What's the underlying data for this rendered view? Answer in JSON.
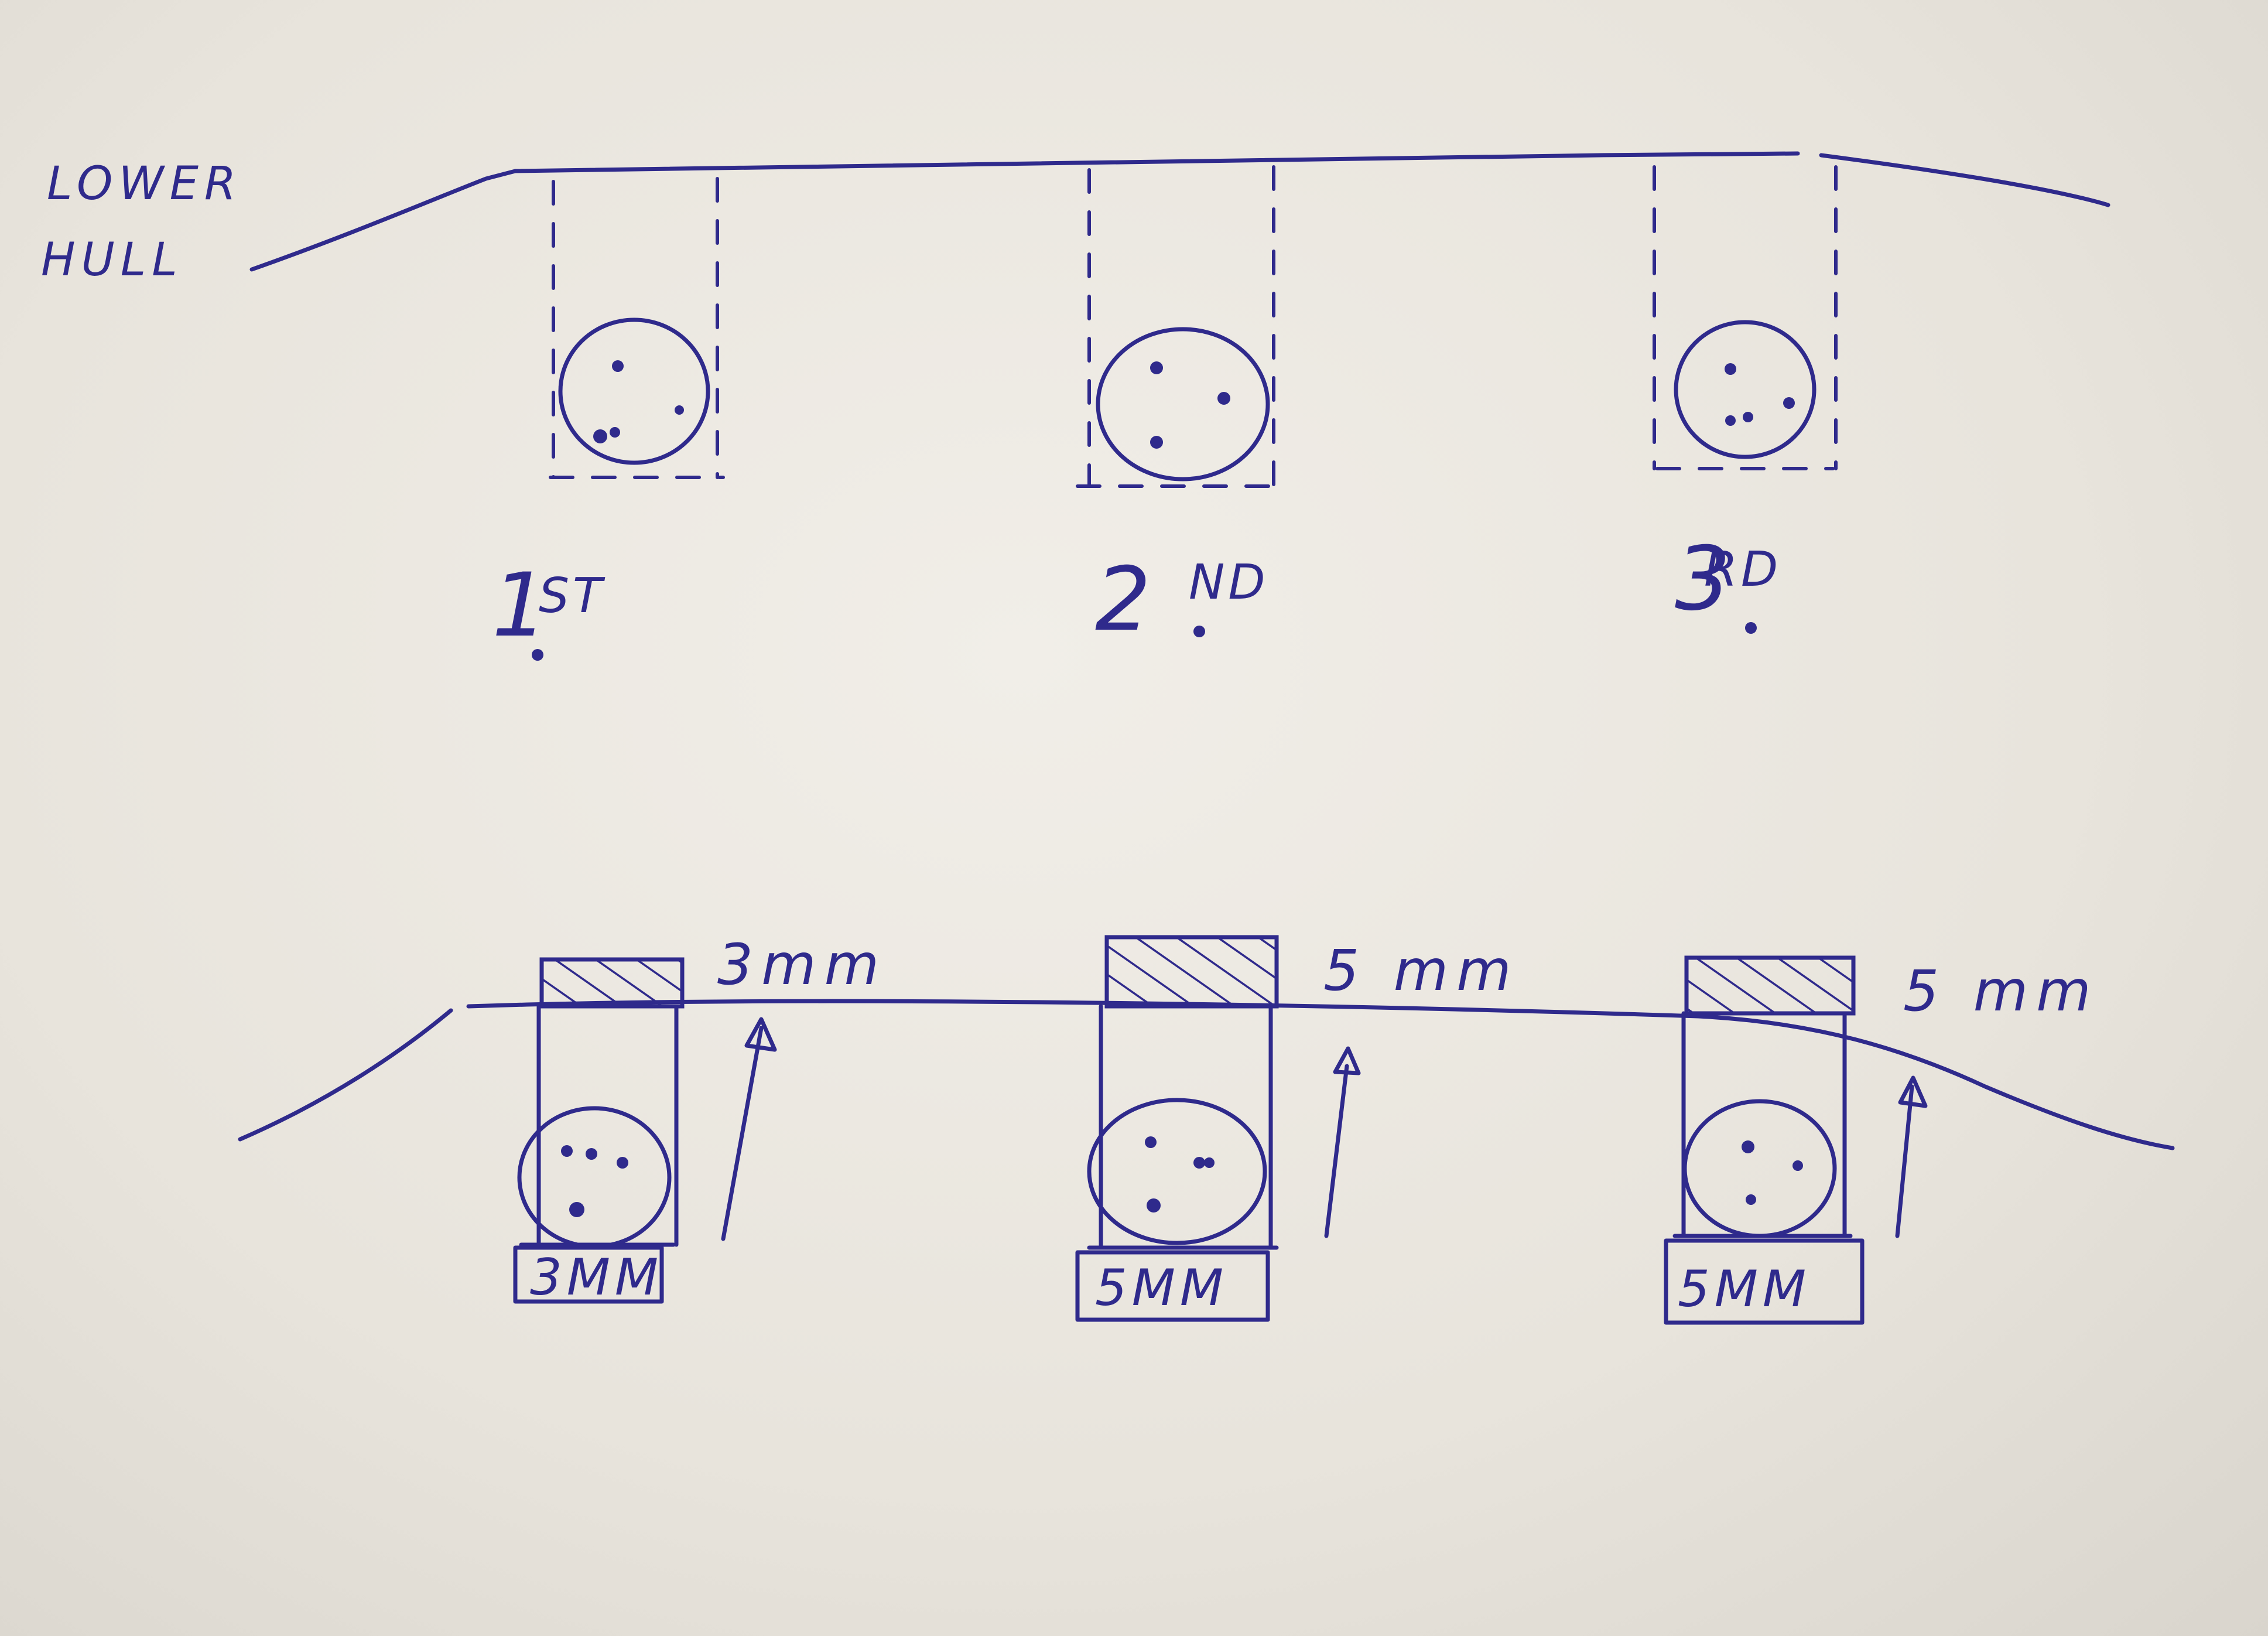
{
  "title_lines": [
    "LOWER",
    "HULL"
  ],
  "top_row": {
    "items": [
      {
        "number": "1",
        "suffix": "ST"
      },
      {
        "number": "2",
        "suffix": "ND"
      },
      {
        "number": "3",
        "suffix": "RD"
      }
    ]
  },
  "bottom_row": {
    "items": [
      {
        "spacer_label": "3mm",
        "base_label": "3MM"
      },
      {
        "spacer_label": "5 mm",
        "base_label": "5MM"
      },
      {
        "spacer_label": "5 mm",
        "base_label": "5MM"
      }
    ]
  },
  "colors": {
    "ink": "#2f2a8c",
    "paper": "#ece9e2"
  }
}
